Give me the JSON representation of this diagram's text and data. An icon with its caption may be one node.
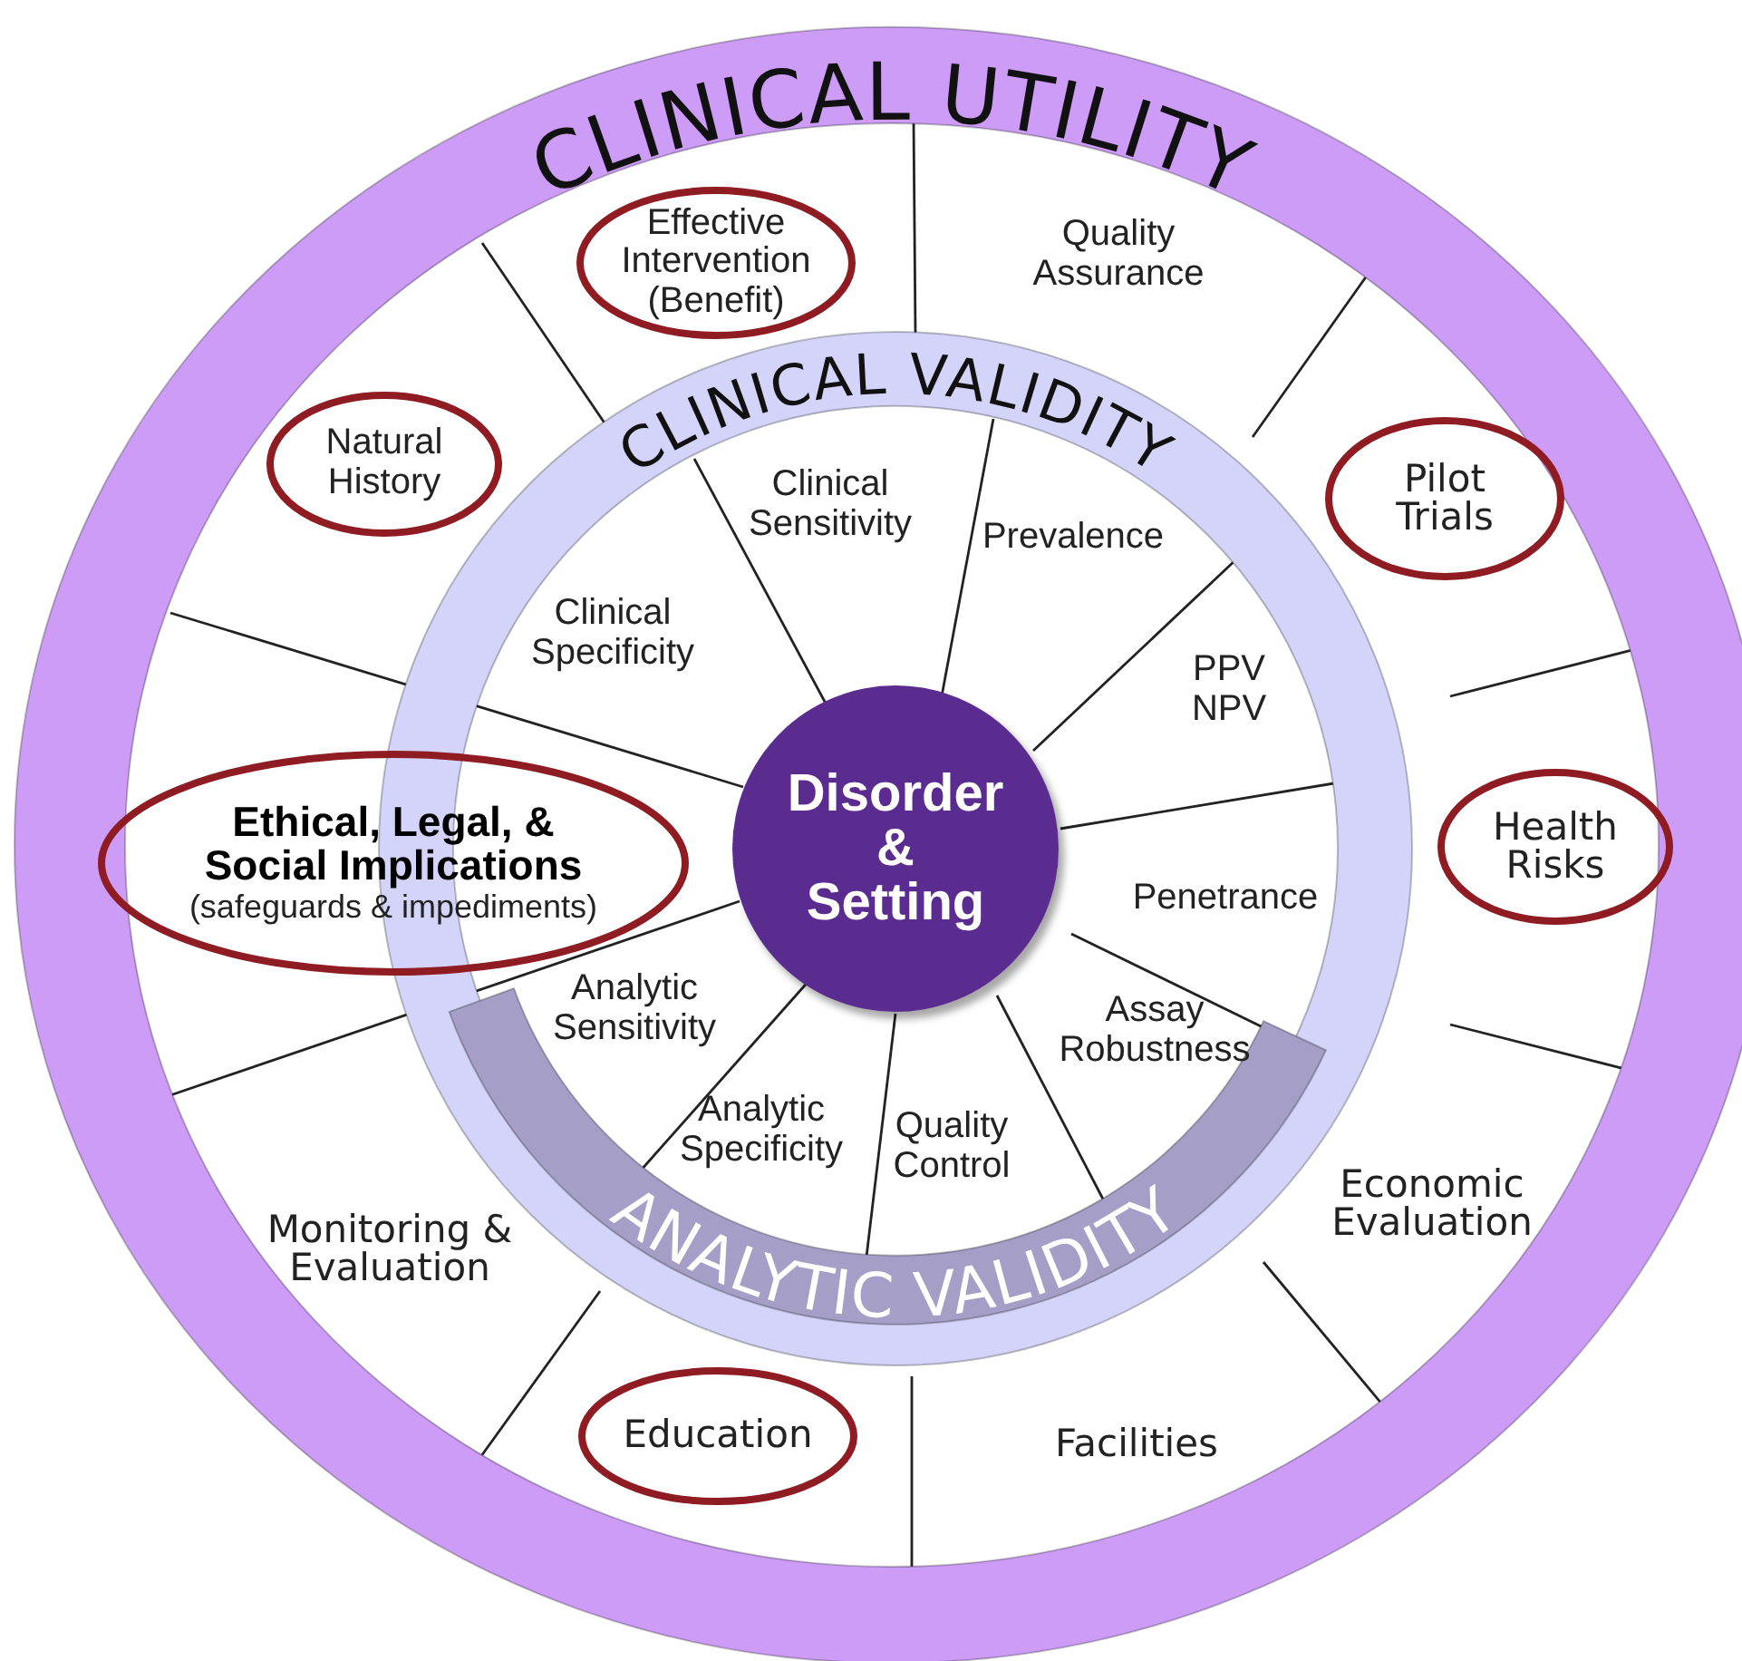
{
  "diagram": {
    "nodes": [
      {
        "text": [
          "CLINICAL UTILITY"
        ]
      },
      {
        "text": [
          "Effective Intervention (Benefit)"
        ],
        "in": 0
      },
      {
        "text": [
          "Natural History"
        ],
        "in": 0
      },
      {
        "text": [
          "CLINICAL VALIDITY"
        ],
        "in": 0
      },
      {
        "text": [
          "Pilot Trials"
        ],
        "in": 0
      },
      {
        "text": [
          "Ethical, Legal, & Social Implications",
          "(safeguards & impediments)"
        ],
        "in": 0
      },
      {
        "text": [
          "Disorder & Setting"
        ],
        "in": 3
      },
      {
        "text": [
          "Health Risks"
        ],
        "in": 0
      },
      {
        "text": [
          "ANALYTIC VALIDITY"
        ],
        "in": 3
      },
      {
        "text": [
          "Education"
        ],
        "in": 0
      }
    ],
    "labels": [
      "Quality Assurance",
      "Clinical Sensitivity",
      "Prevalence",
      "Clinical Specificity",
      "PPV NPV",
      "Penetrance",
      "Analytic Sensitivity",
      "Assay Robustness",
      "Analytic Specificity",
      "Quality Control",
      "Economic Evaluation",
      "Monitoring & Evaluation",
      "Facilities"
    ]
  }
}
